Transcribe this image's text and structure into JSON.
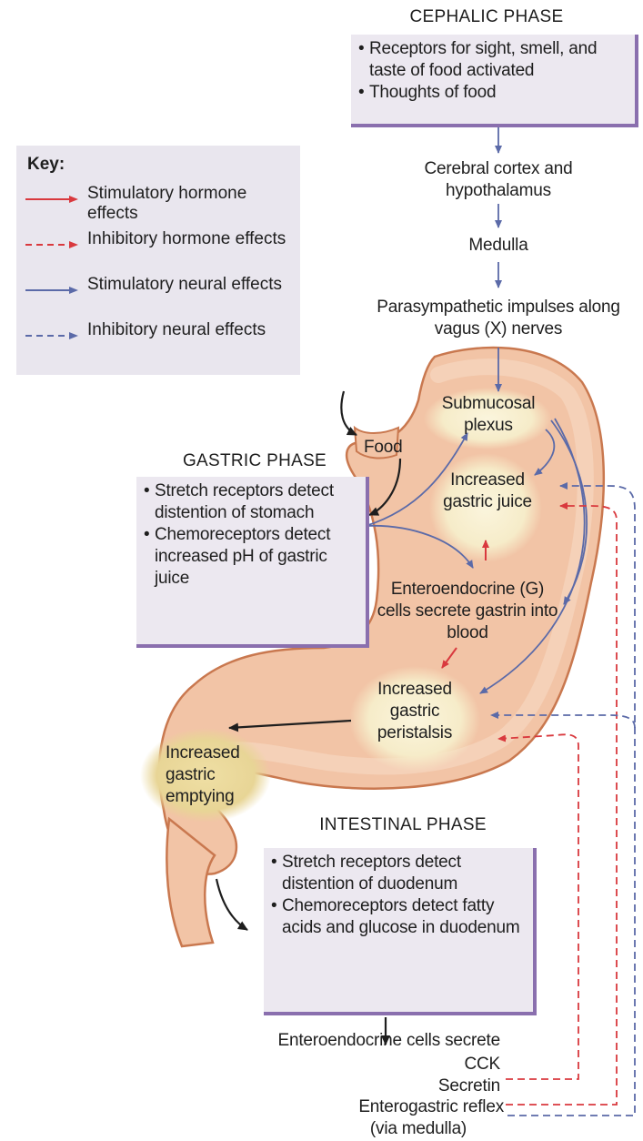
{
  "cephalic": {
    "title": "CEPHALIC PHASE",
    "bullets": [
      "Receptors for sight, smell, and taste of food activated",
      "Thoughts of food"
    ],
    "cortex": "Cerebral cortex and hypothalamus",
    "medulla": "Medulla",
    "parasympathetic": "Parasympathetic impulses along vagus (X) nerves"
  },
  "key": {
    "title": "Key:",
    "items": [
      {
        "label": "Stimulatory hormone effects",
        "color": "#d9393e",
        "style": "solid"
      },
      {
        "label": "Inhibitory hormone effects",
        "color": "#d9393e",
        "style": "dashed"
      },
      {
        "label": "Stimulatory neural effects",
        "color": "#5b6aa8",
        "style": "solid"
      },
      {
        "label": "Inhibitory neural effects",
        "color": "#5b6aa8",
        "style": "dashed"
      }
    ]
  },
  "stomach": {
    "food": "Food",
    "submucosal": "Submucosal plexus",
    "juice": "Increased gastric juice",
    "enteroendocrine": "Enteroendocrine (G) cells secrete gastrin into blood",
    "peristalsis": "Increased gastric peristalsis",
    "emptying": "Increased gastric emptying"
  },
  "gastric": {
    "title": "GASTRIC PHASE",
    "bullets": [
      "Stretch receptors detect distention of stomach",
      "Chemoreceptors detect increased pH of gastric juice"
    ]
  },
  "intestinal": {
    "title": "INTESTINAL PHASE",
    "bullets": [
      "Stretch receptors detect distention of duodenum",
      "Chemoreceptors detect fatty acids and glucose in duodenum"
    ],
    "secrete": "Enteroendocrine cells secrete",
    "cck": "CCK",
    "secretin": "Secretin",
    "reflex": "Enterogastric reflex",
    "via": "(via medulla)"
  },
  "colors": {
    "stomach_fill": "#f2c4a6",
    "stomach_edge": "#c9784f",
    "box_fill": "#ece8f0",
    "box_edge": "#8a6fae",
    "neural": "#5b6aa8",
    "hormone": "#d9393e",
    "glow": "#f6ecc9",
    "emptying_glow": "#ead9a0"
  }
}
